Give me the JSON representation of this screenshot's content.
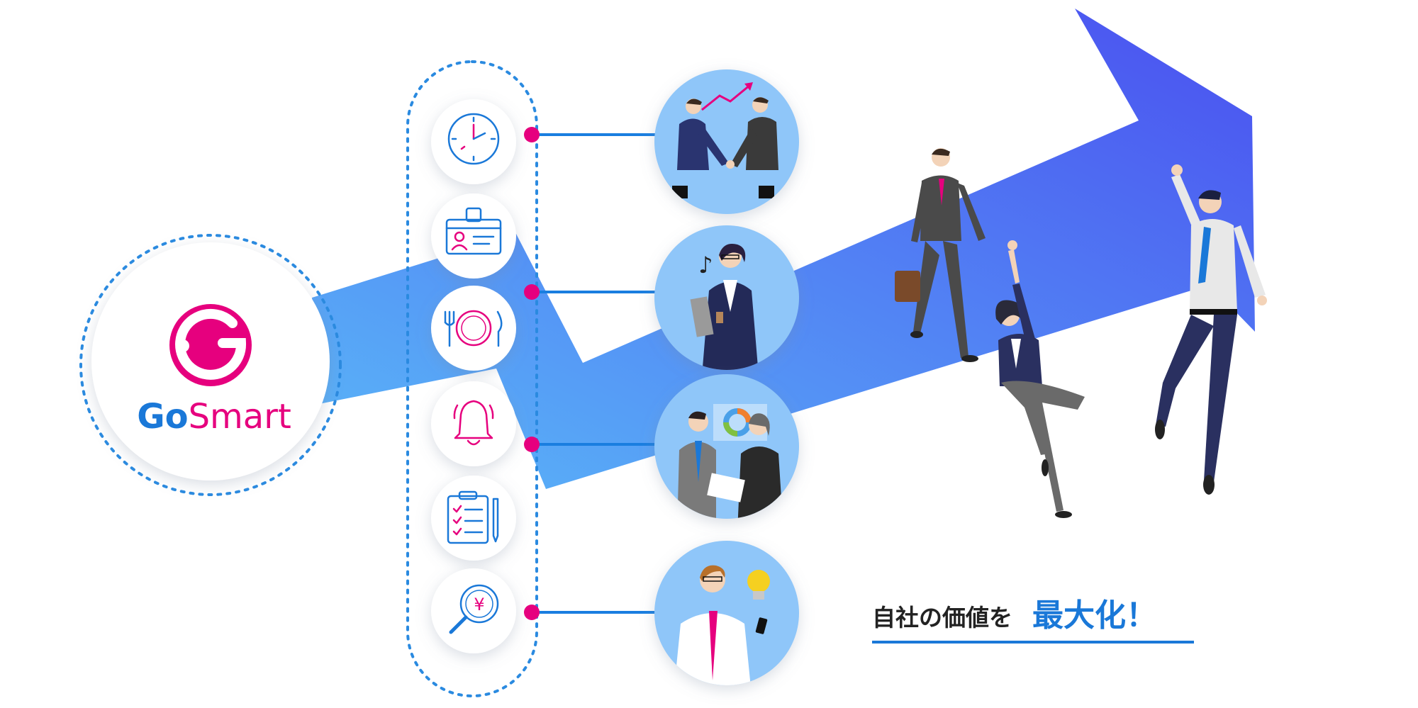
{
  "brand": {
    "name_part1": "Go",
    "name_part2": "Smart",
    "primary_color": "#e6007e",
    "secondary_color": "#1a78d8"
  },
  "feature_icons": [
    {
      "icon": "clock-icon"
    },
    {
      "icon": "id-card-icon"
    },
    {
      "icon": "meal-plate-icon"
    },
    {
      "icon": "bell-icon"
    },
    {
      "icon": "checklist-clipboard-icon"
    },
    {
      "icon": "yen-search-icon"
    }
  ],
  "scenes": [
    {
      "icon": "handshake-growth-scene"
    },
    {
      "icon": "businesswoman-coffee-scene"
    },
    {
      "icon": "meeting-chart-scene"
    },
    {
      "icon": "idea-smartphone-scene"
    }
  ],
  "growth_arrow_colors": [
    "#4a4ff0",
    "#5ab8f8"
  ],
  "tagline": {
    "part1": "自社の価値を",
    "part2": "最大化！"
  }
}
